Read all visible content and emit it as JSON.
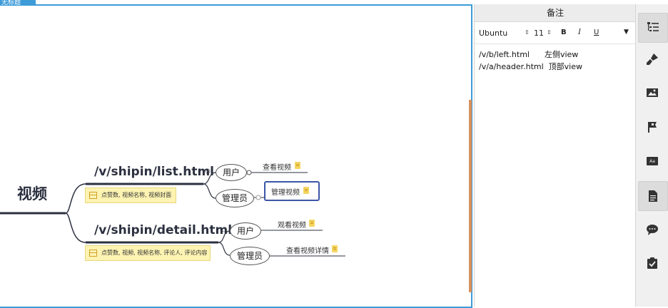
{
  "canvas": {
    "tab_label": "无标题",
    "central_topic": "视频",
    "branches": [
      {
        "title": "/v/shipin/list.html",
        "note": "点赞数, 视频名称, 视频封面",
        "children": [
          {
            "role": "用户",
            "leaf": "查看视频"
          },
          {
            "role": "管理员",
            "leaf": "管理视频"
          }
        ]
      },
      {
        "title": "/v/shipin/detail.html",
        "note": "点赞数, 视频, 视频名称, 评论人, 评论内容",
        "children": [
          {
            "role": "用户",
            "leaf": "观看视频"
          },
          {
            "role": "管理员",
            "leaf": "查看视频详情"
          }
        ]
      }
    ],
    "colors": {
      "accent": "#3d9bd8",
      "selection": "#3b57a6",
      "note_bg": "#fdf3b2"
    }
  },
  "notes_panel": {
    "title": "备注",
    "font": "Ubuntu",
    "font_size": "11",
    "bold_label": "B",
    "italic_label": "I",
    "underline_label": "U",
    "lines": [
      "/v/b/left.html      左侧view",
      "/v/a/header.html  顶部view"
    ]
  },
  "icon_bar": [
    {
      "name": "outline-icon",
      "active": false
    },
    {
      "name": "format-brush-icon",
      "active": false
    },
    {
      "name": "image-icon",
      "active": false
    },
    {
      "name": "flag-icon",
      "active": false
    },
    {
      "name": "label-icon",
      "active": false
    },
    {
      "name": "notes-icon",
      "active": true
    },
    {
      "name": "comment-icon",
      "active": false
    },
    {
      "name": "task-icon",
      "active": false
    }
  ]
}
